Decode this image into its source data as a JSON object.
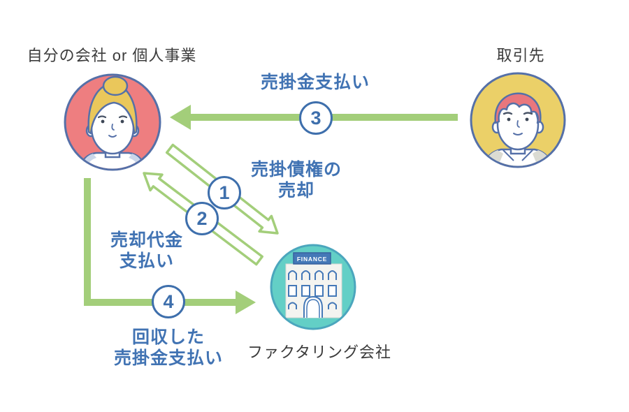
{
  "entities": {
    "company": {
      "label": "自分の会社 or 個人事業"
    },
    "client": {
      "label": "取引先"
    },
    "factoring": {
      "label": "ファクタリング会社",
      "sign": "FINANCE"
    }
  },
  "flows": {
    "sell_receivable": {
      "number": "1",
      "line1": "売掛債権の",
      "line2": "売却"
    },
    "pay_proceeds": {
      "number": "2",
      "line1": "売却代金",
      "line2": "支払い"
    },
    "pay_receivable": {
      "number": "3",
      "label": "売掛金支払い"
    },
    "pay_collected": {
      "number": "4",
      "line1": "回収した",
      "line2": "売掛金支払い"
    }
  },
  "colors": {
    "arrow-green": "#A3CE7A",
    "label-blue": "#4173B3",
    "badge-blue": "#3E6FAC",
    "title-dark": "#3B3B3B",
    "company-pink": "#EE7E80",
    "client-yellow": "#EBD068",
    "factoring-teal": "#63CFC6",
    "outline-blue": "#5570A8",
    "bg": "#FFFFFF"
  }
}
